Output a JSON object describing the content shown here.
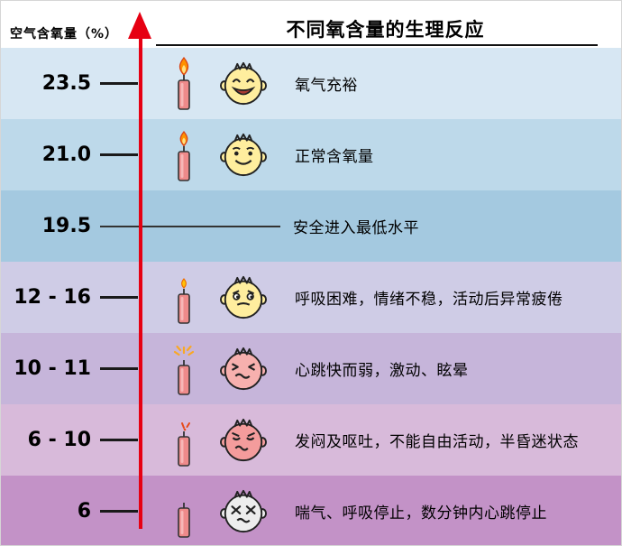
{
  "header": {
    "axis_label": "空气含氧量（%）",
    "title": "不同氧含量的生理反应"
  },
  "colors": {
    "arrow": "#e60012",
    "tick": "#1a1a1a",
    "header_rule": "#111111",
    "candle_body": "#ee8a8a",
    "flame_outer": "#ff9100",
    "flame_inner": "#ffe082"
  },
  "rows": [
    {
      "value": "23.5",
      "candle_state": "flame-large",
      "face": "laughing",
      "description": "氧气充裕",
      "band_color": "#d7e7f3"
    },
    {
      "value": "21.0",
      "candle_state": "flame-medium",
      "face": "smiling",
      "description": "正常含氧量",
      "band_color": "#bdd9ea"
    },
    {
      "value": "19.5",
      "candle_state": "none",
      "face": "none",
      "description": "安全进入最低水平",
      "band_color": "#a4c9e0"
    },
    {
      "value": "12 - 16",
      "candle_state": "flame-small",
      "face": "worried",
      "description": "呼吸困难，情绪不稳，活动后异常疲倦",
      "band_color": "#cfcce6"
    },
    {
      "value": "10 - 11",
      "candle_state": "flickering",
      "face": "dizzy",
      "description": "心跳快而弱，激动、眩晕",
      "band_color": "#c6b5da"
    },
    {
      "value": "6 - 10",
      "candle_state": "extinguished",
      "face": "sick",
      "description": "发闷及呕吐，不能自由活动，半昏迷状态",
      "band_color": "#d8bada"
    },
    {
      "value": "6",
      "candle_state": "out",
      "face": "dead",
      "description": "喘气、呼吸停止，数分钟内心跳停止",
      "band_color": "#c392c7"
    }
  ]
}
